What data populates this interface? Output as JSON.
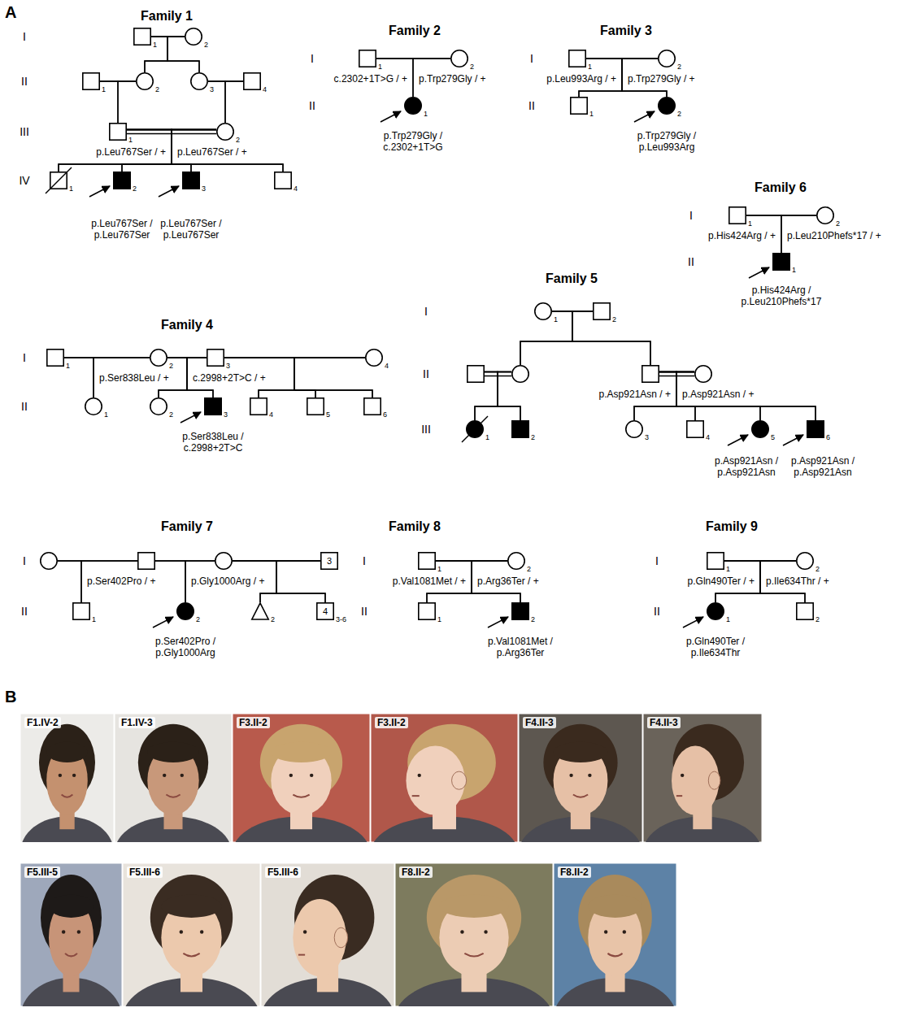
{
  "diagram": {
    "nodes": [
      {
        "text": [
          "1"
        ]
      },
      {
        "text": [
          "2"
        ]
      },
      {
        "text": [
          "1"
        ]
      },
      {
        "text": [
          "2"
        ]
      },
      {
        "text": [
          "3"
        ]
      },
      {
        "text": [
          "4"
        ]
      },
      {
        "text": [
          "1",
          "p.Leu767Ser / +"
        ]
      },
      {
        "text": [
          "2",
          "p.Leu767Ser / +"
        ]
      },
      {
        "text": [
          "1"
        ]
      },
      {
        "text": [
          "2",
          "p.Leu767Ser / p.Leu767Ser"
        ]
      },
      {
        "text": [
          "3",
          "p.Leu767Ser / p.Leu767Ser"
        ]
      },
      {
        "text": [
          "4"
        ]
      },
      {
        "text": [
          "1",
          "c.2302+1T>G / +"
        ]
      },
      {
        "text": [
          "2",
          "p.Trp279Gly / +"
        ]
      },
      {
        "text": [
          "1",
          "p.Trp279Gly / c.2302+1T>G"
        ]
      },
      {
        "text": [
          "1",
          "p.Leu993Arg / +"
        ]
      },
      {
        "text": [
          "2",
          "p.Trp279Gly / +"
        ]
      },
      {
        "text": [
          "1"
        ]
      },
      {
        "text": [
          "2",
          "p.Trp279Gly / p.Leu993Arg"
        ]
      },
      {
        "text": [
          "1"
        ]
      },
      {
        "text": [
          "2",
          "p.Ser838Leu / +"
        ]
      },
      {
        "text": [
          "3",
          "c.2998+2T>C / +"
        ]
      },
      {
        "text": [
          "4"
        ]
      },
      {
        "text": [
          "1"
        ]
      },
      {
        "text": [
          "2"
        ]
      },
      {
        "text": [
          "3",
          "p.Ser838Leu / c.2998+2T>C"
        ]
      },
      {
        "text": [
          "4"
        ]
      },
      {
        "text": [
          "5"
        ]
      },
      {
        "text": [
          "6"
        ]
      },
      {
        "text": [
          "1"
        ]
      },
      {
        "text": [
          "2"
        ]
      },
      {
        "text": []
      },
      {
        "text": []
      },
      {
        "text": [
          "p.Asp921Asn / +"
        ]
      },
      {
        "text": [
          "p.Asp921Asn / +"
        ]
      },
      {
        "text": [
          "1"
        ]
      },
      {
        "text": [
          "2"
        ]
      },
      {
        "text": [
          "3"
        ]
      },
      {
        "text": [
          "4"
        ]
      },
      {
        "text": [
          "5",
          "p.Asp921Asn / p.Asp921Asn"
        ]
      },
      {
        "text": [
          "6",
          "p.Asp921Asn / p.Asp921Asn"
        ]
      },
      {
        "text": [
          "1",
          "p.His424Arg / +"
        ]
      },
      {
        "text": [
          "2",
          "p.Leu210Phefs*17 / +"
        ]
      },
      {
        "text": [
          "1",
          "p.His424Arg / p.Leu210Phefs*17"
        ]
      },
      {
        "text": []
      },
      {
        "text": [
          "p.Ser402Pro / +"
        ]
      },
      {
        "text": [
          "p.Gly1000Arg / +"
        ]
      },
      {
        "text": [
          "3"
        ]
      },
      {
        "text": [
          "1"
        ]
      },
      {
        "text": [
          "2",
          "p.Ser402Pro / p.Gly1000Arg"
        ]
      },
      {
        "text": [
          "2"
        ]
      },
      {
        "text": [
          "4",
          "3-6"
        ]
      },
      {
        "text": [
          "1",
          "p.Val1081Met / +"
        ]
      },
      {
        "text": [
          "2",
          "p.Arg36Ter / +"
        ]
      },
      {
        "text": [
          "1"
        ]
      },
      {
        "text": [
          "2",
          "p.Val1081Met / p.Arg36Ter"
        ]
      },
      {
        "text": [
          "1",
          "p.Gln490Ter / +"
        ]
      },
      {
        "text": [
          "2",
          "p.Ile634Thr / +"
        ]
      },
      {
        "text": [
          "1",
          "p.Gln490Ter / p.Ile634Thr"
        ]
      },
      {
        "text": [
          "2"
        ]
      }
    ],
    "edges": [
      {
        "from": 0,
        "to": 1,
        "arrow": "none"
      },
      {
        "from": 0,
        "to": 3,
        "arrow": "none"
      },
      {
        "from": 1,
        "to": 3,
        "arrow": "none"
      },
      {
        "from": 0,
        "to": 4,
        "arrow": "none"
      },
      {
        "from": 1,
        "to": 4,
        "arrow": "none"
      },
      {
        "from": 2,
        "to": 3,
        "arrow": "none"
      },
      {
        "from": 2,
        "to": 6,
        "arrow": "none"
      },
      {
        "from": 3,
        "to": 6,
        "arrow": "none"
      },
      {
        "from": 4,
        "to": 5,
        "arrow": "none"
      },
      {
        "from": 4,
        "to": 7,
        "arrow": "none"
      },
      {
        "from": 5,
        "to": 7,
        "arrow": "none"
      },
      {
        "from": 6,
        "to": 7,
        "arrow": "none"
      },
      {
        "from": 6,
        "to": 8,
        "arrow": "none"
      },
      {
        "from": 7,
        "to": 8,
        "arrow": "none"
      },
      {
        "from": 6,
        "to": 9,
        "arrow": "none"
      },
      {
        "from": 7,
        "to": 9,
        "arrow": "none"
      },
      {
        "from": 6,
        "to": 10,
        "arrow": "none"
      },
      {
        "from": 7,
        "to": 10,
        "arrow": "none"
      },
      {
        "from": 6,
        "to": 11,
        "arrow": "none"
      },
      {
        "from": 7,
        "to": 11,
        "arrow": "none"
      },
      {
        "from": 12,
        "to": 13,
        "arrow": "none"
      },
      {
        "from": 12,
        "to": 14,
        "arrow": "none"
      },
      {
        "from": 13,
        "to": 14,
        "arrow": "none"
      },
      {
        "from": 15,
        "to": 16,
        "arrow": "none"
      },
      {
        "from": 15,
        "to": 17,
        "arrow": "none"
      },
      {
        "from": 16,
        "to": 17,
        "arrow": "none"
      },
      {
        "from": 15,
        "to": 18,
        "arrow": "none"
      },
      {
        "from": 16,
        "to": 18,
        "arrow": "none"
      },
      {
        "from": 19,
        "to": 20,
        "arrow": "none"
      },
      {
        "from": 19,
        "to": 23,
        "arrow": "none"
      },
      {
        "from": 20,
        "to": 23,
        "arrow": "none"
      },
      {
        "from": 20,
        "to": 21,
        "arrow": "none"
      },
      {
        "from": 20,
        "to": 24,
        "arrow": "none"
      },
      {
        "from": 21,
        "to": 24,
        "arrow": "none"
      },
      {
        "from": 20,
        "to": 25,
        "arrow": "none"
      },
      {
        "from": 21,
        "to": 25,
        "arrow": "none"
      },
      {
        "from": 21,
        "to": 22,
        "arrow": "none"
      },
      {
        "from": 21,
        "to": 26,
        "arrow": "none"
      },
      {
        "from": 22,
        "to": 26,
        "arrow": "none"
      },
      {
        "from": 21,
        "to": 27,
        "arrow": "none"
      },
      {
        "from": 22,
        "to": 27,
        "arrow": "none"
      },
      {
        "from": 21,
        "to": 28,
        "arrow": "none"
      },
      {
        "from": 22,
        "to": 28,
        "arrow": "none"
      },
      {
        "from": 29,
        "to": 30,
        "arrow": "none"
      },
      {
        "from": 29,
        "to": 32,
        "arrow": "none"
      },
      {
        "from": 30,
        "to": 32,
        "arrow": "none"
      },
      {
        "from": 29,
        "to": 33,
        "arrow": "none"
      },
      {
        "from": 30,
        "to": 33,
        "arrow": "none"
      },
      {
        "from": 31,
        "to": 32,
        "arrow": "none"
      },
      {
        "from": 31,
        "to": 35,
        "arrow": "none"
      },
      {
        "from": 32,
        "to": 35,
        "arrow": "none"
      },
      {
        "from": 31,
        "to": 36,
        "arrow": "none"
      },
      {
        "from": 32,
        "to": 36,
        "arrow": "none"
      },
      {
        "from": 33,
        "to": 34,
        "arrow": "none"
      },
      {
        "from": 33,
        "to": 37,
        "arrow": "none"
      },
      {
        "from": 34,
        "to": 37,
        "arrow": "none"
      },
      {
        "from": 33,
        "to": 38,
        "arrow": "none"
      },
      {
        "from": 34,
        "to": 38,
        "arrow": "none"
      },
      {
        "from": 33,
        "to": 39,
        "arrow": "none"
      },
      {
        "from": 34,
        "to": 39,
        "arrow": "none"
      },
      {
        "from": 33,
        "to": 40,
        "arrow": "none"
      },
      {
        "from": 34,
        "to": 40,
        "arrow": "none"
      },
      {
        "from": 41,
        "to": 42,
        "arrow": "none"
      },
      {
        "from": 41,
        "to": 43,
        "arrow": "none"
      },
      {
        "from": 42,
        "to": 43,
        "arrow": "none"
      },
      {
        "from": 44,
        "to": 45,
        "arrow": "none"
      },
      {
        "from": 44,
        "to": 48,
        "arrow": "none"
      },
      {
        "from": 45,
        "to": 48,
        "arrow": "none"
      },
      {
        "from": 45,
        "to": 46,
        "arrow": "none"
      },
      {
        "from": 45,
        "to": 49,
        "arrow": "none"
      },
      {
        "from": 46,
        "to": 49,
        "arrow": "none"
      },
      {
        "from": 46,
        "to": 47,
        "arrow": "none"
      },
      {
        "from": 46,
        "to": 50,
        "arrow": "none"
      },
      {
        "from": 47,
        "to": 50,
        "arrow": "none"
      },
      {
        "from": 46,
        "to": 51,
        "arrow": "none"
      },
      {
        "from": 47,
        "to": 51,
        "arrow": "none"
      },
      {
        "from": 52,
        "to": 53,
        "arrow": "none"
      },
      {
        "from": 52,
        "to": 54,
        "arrow": "none"
      },
      {
        "from": 53,
        "to": 54,
        "arrow": "none"
      },
      {
        "from": 52,
        "to": 55,
        "arrow": "none"
      },
      {
        "from": 53,
        "to": 55,
        "arrow": "none"
      },
      {
        "from": 56,
        "to": 57,
        "arrow": "none"
      },
      {
        "from": 56,
        "to": 58,
        "arrow": "none"
      },
      {
        "from": 57,
        "to": 58,
        "arrow": "none"
      },
      {
        "from": 56,
        "to": 59,
        "arrow": "none"
      },
      {
        "from": 57,
        "to": 59,
        "arrow": "none"
      }
    ],
    "labels": [
      "A",
      "Family 1",
      "I",
      "II",
      "III",
      "IV",
      "Family 2",
      "I",
      "II",
      "Family 3",
      "I",
      "II",
      "Family 4",
      "I",
      "II",
      "Family 5",
      "I",
      "II",
      "III",
      "Family 6",
      "I",
      "II",
      "Family 7",
      "I",
      "II",
      "Family 8",
      "I",
      "II",
      "Family 9",
      "I",
      "II",
      "B",
      "F1.IV-2",
      "F1.IV-3",
      "F3.II-2",
      "F3.II-2",
      "F4.II-3",
      "F4.II-3",
      "F5.III-5",
      "F5.III-6",
      "F5.III-6",
      "F8.II-2",
      "F8.II-2"
    ]
  }
}
